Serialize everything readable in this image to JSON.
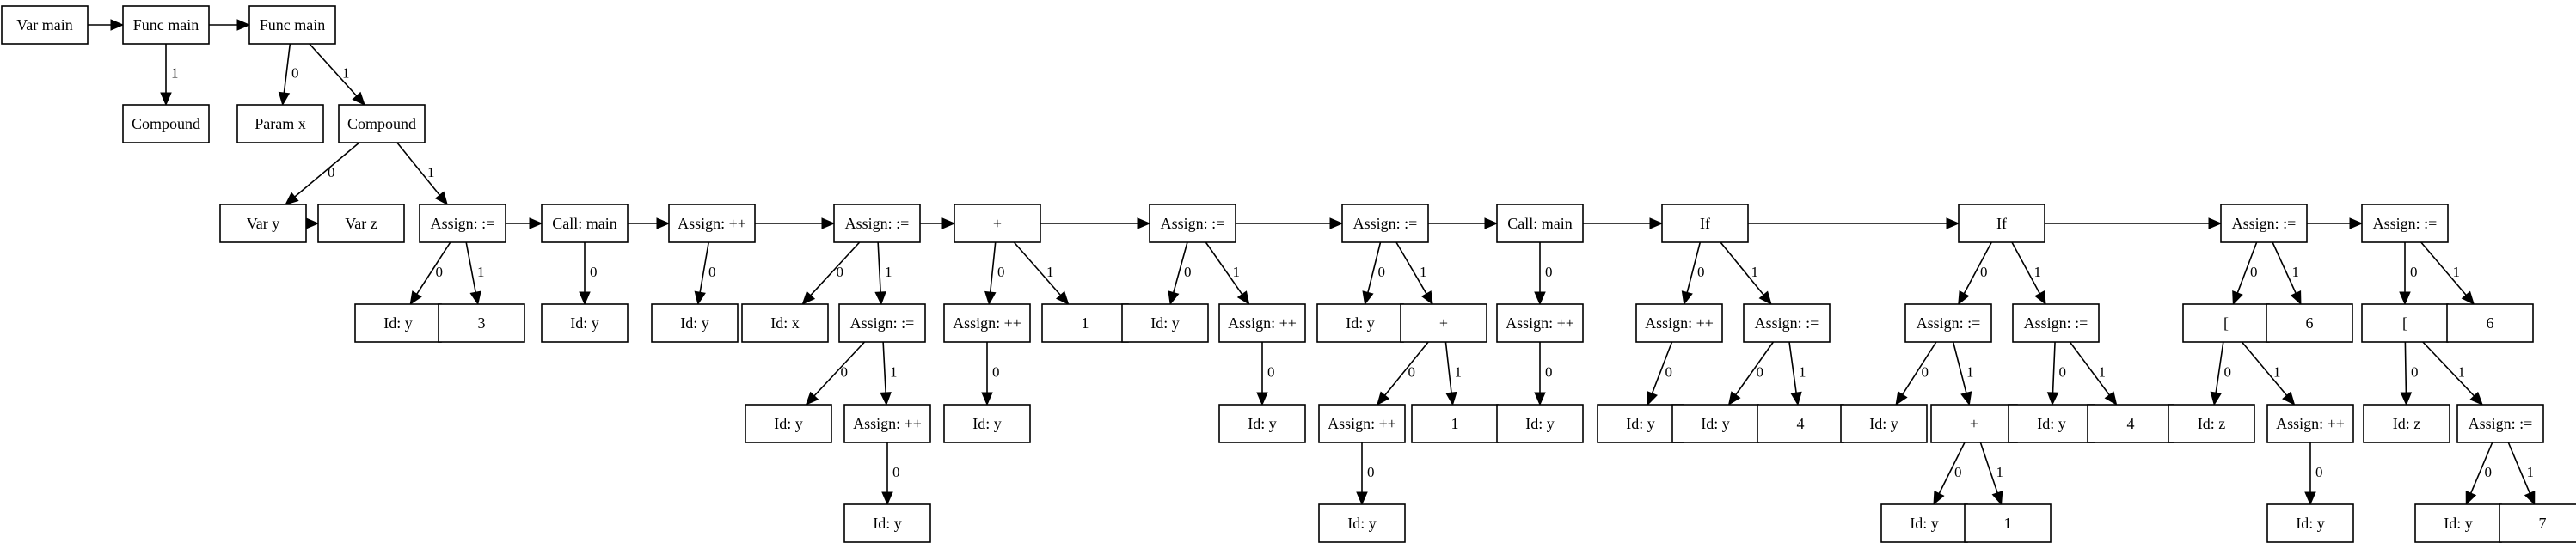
{
  "diagram": {
    "nodes": {
      "n1": "Var main",
      "n2": "Func main",
      "n3": "Func main",
      "n4": "Compound",
      "n5": "Param x",
      "n6": "Compound",
      "n7": "Var y",
      "n8": "Var z",
      "n9": "Assign: :=",
      "n10": "Id: y",
      "n11": "3",
      "n12": "Call: main",
      "n13": "Id: y",
      "n14": "Assign: ++",
      "n15": "Id: y",
      "n16": "Assign: :=",
      "n17": "Id: x",
      "n18": "Assign: :=",
      "n19": "Id: y",
      "n20": "Assign: ++",
      "n21": "Id: y",
      "n22": "+",
      "n23": "Assign: ++",
      "n24": "Id: y",
      "n25": "1",
      "n26": "Assign: :=",
      "n27": "Id: y",
      "n28": "Assign: ++",
      "n29": "Id: y",
      "n30": "Assign: :=",
      "n31": "Id: y",
      "n32": "+",
      "n33": "Assign: ++",
      "n34": "Id: y",
      "n35": "1",
      "n36": "Call: main",
      "n37": "Assign: ++",
      "n38": "Id: y",
      "n39": "If",
      "n40": "Assign: ++",
      "n41": "Id: y",
      "n42": "Assign: :=",
      "n43": "Id: y",
      "n44": "4",
      "n45": "If",
      "n46": "Assign: :=",
      "n47": "Id: y",
      "n48": "+",
      "n49": "Id: y",
      "n50": "1",
      "n51": "Assign: :=",
      "n52": "Id: y",
      "n53": "4",
      "n54": "Assign: :=",
      "n55": "[",
      "n56": "Id: z",
      "n57": "Assign: ++",
      "n58": "Id: y",
      "n59": "6",
      "n60": "Assign: :=",
      "n61": "[",
      "n62": "Id: z",
      "n63": "Assign: :=",
      "n64": "Id: y",
      "n65": "7",
      "n66": "6"
    },
    "edge_labels": {
      "e0": "0",
      "e1": "1"
    }
  }
}
